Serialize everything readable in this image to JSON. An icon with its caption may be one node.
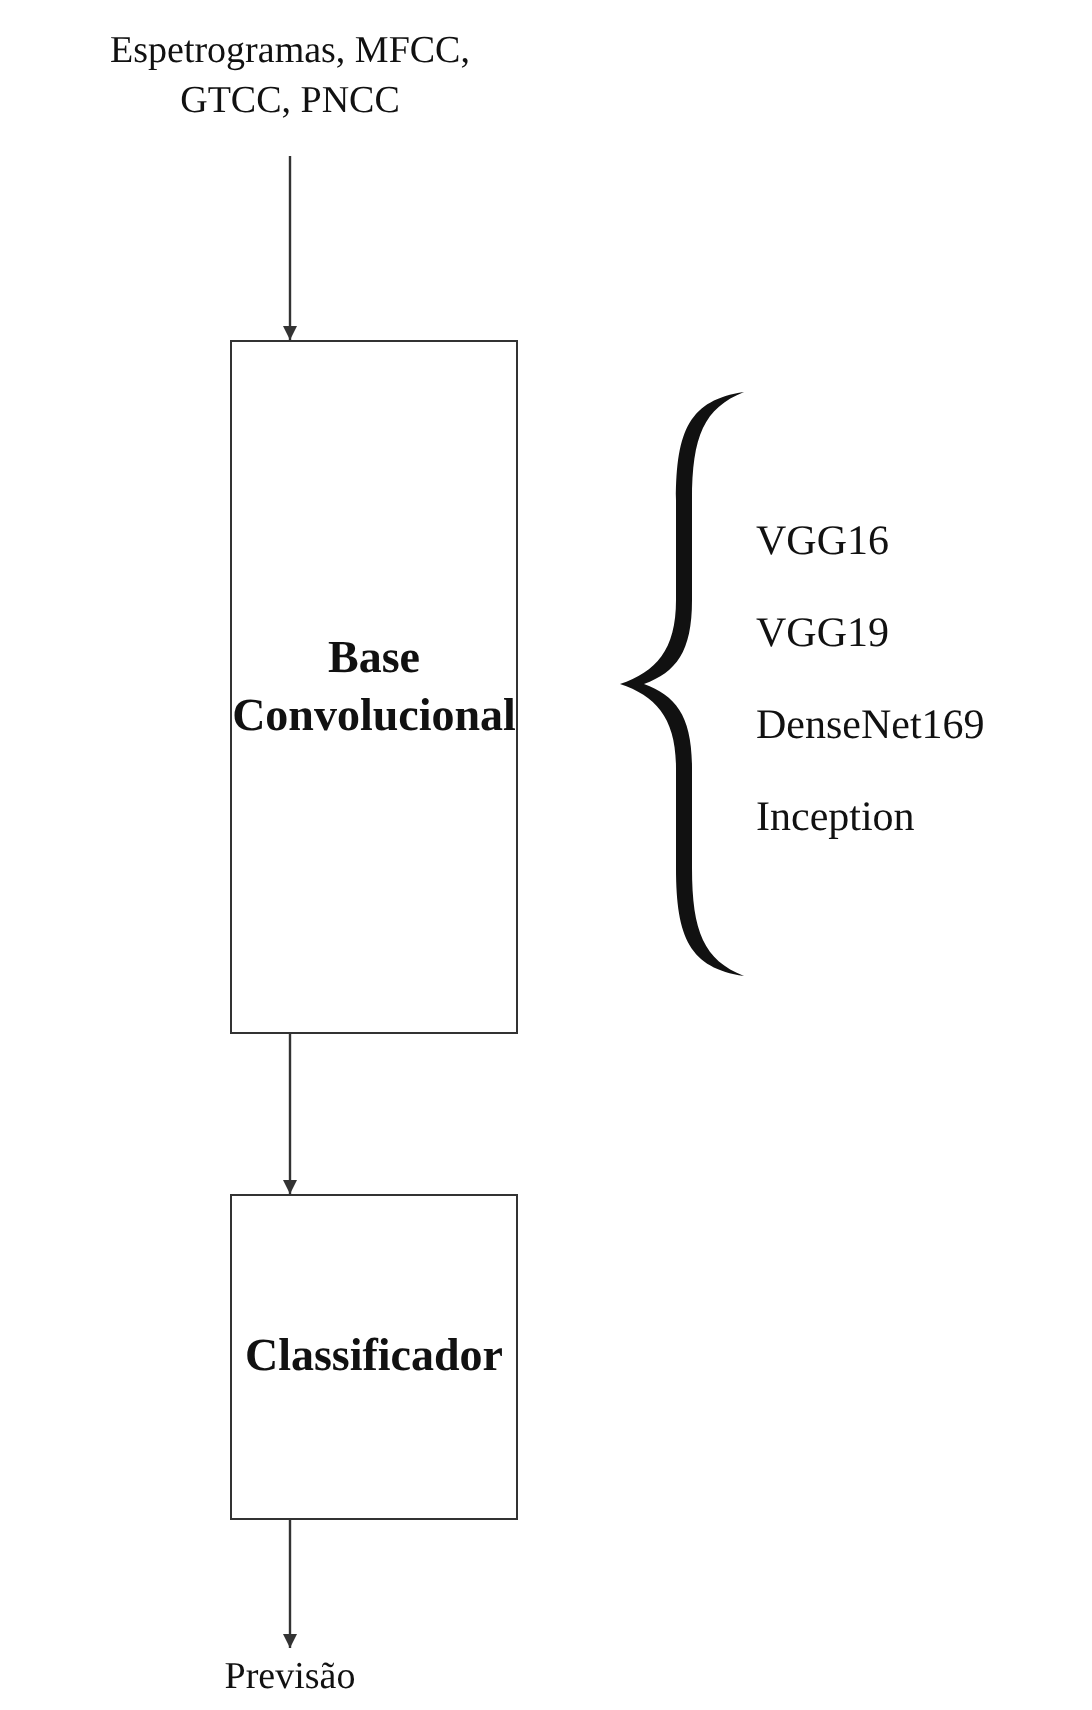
{
  "diagram": {
    "nodes": [
      {
        "text": [
          "Espetrogramas, MFCC, GTCC, PNCC"
        ]
      },
      {
        "text": [
          "Base Convolucional"
        ]
      },
      {
        "text": [
          "Classificador"
        ]
      },
      {
        "text": [
          "Previsão"
        ]
      }
    ],
    "edges": [
      {
        "from": 0,
        "to": 1,
        "arrow": "to"
      },
      {
        "from": 1,
        "to": 2,
        "arrow": "to"
      },
      {
        "from": 2,
        "to": 3,
        "arrow": "to"
      }
    ],
    "labels": [
      "VGG16",
      "VGG19",
      "DenseNet169",
      "Inception"
    ]
  }
}
